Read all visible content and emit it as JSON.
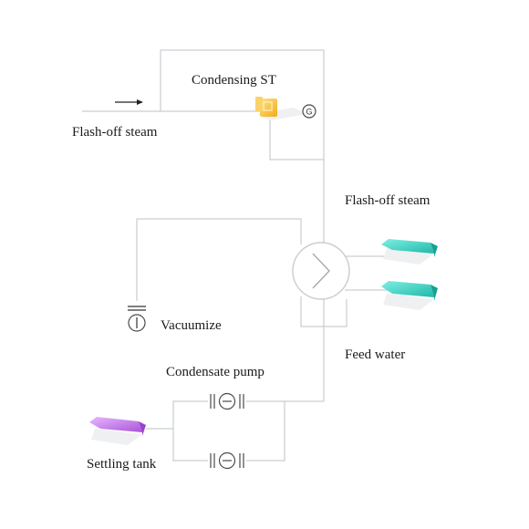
{
  "labels": {
    "turbine": "Condensing ST",
    "flash_steam_in": "Flash-off steam",
    "flash_steam_right": "Flash-off steam",
    "vacuumize": "Vacuumize",
    "feed_water": "Feed water",
    "condensate_pump": "Condensate pump",
    "settling_tank": "Settling tank",
    "generator": "G"
  },
  "colors": {
    "pipe": "#c9cdd2",
    "symbol": "#4a4a4a",
    "turbine": "#f5c342",
    "steam_block": "#2fd3c0",
    "settling_block": "#c77ae6"
  },
  "icons": {
    "arrow": "arrow-right-icon",
    "turbine": "turbine-icon",
    "generator": "generator-icon",
    "heat_exchanger": "heat-exchanger-icon",
    "vacuum": "vacuum-pump-icon",
    "pump": "pump-icon",
    "steam_block": "steam-block-icon",
    "settling_block": "settling-tank-icon"
  }
}
